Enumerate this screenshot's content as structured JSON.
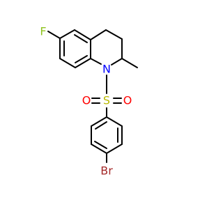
{
  "molecule": {
    "atoms": {
      "fluorine": "F",
      "nitrogen": "N",
      "sulfur": "S",
      "oxygen_left": "O",
      "oxygen_right": "O",
      "bromine": "Br"
    },
    "colors": {
      "bond": "#000000",
      "fluorine": "#8fc31f",
      "nitrogen": "#0000ff",
      "sulfur": "#b9b900",
      "oxygen": "#ff0000",
      "bromine": "#a52a2a"
    }
  }
}
